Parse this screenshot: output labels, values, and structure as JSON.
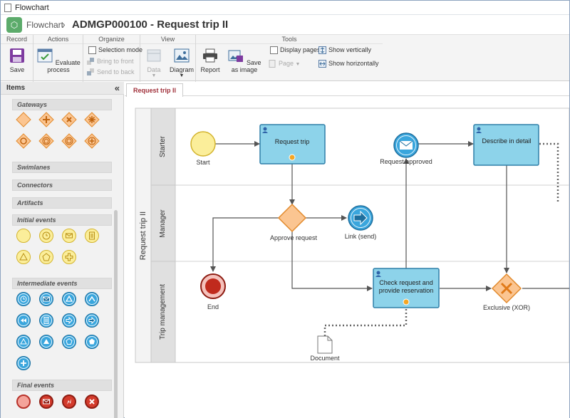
{
  "window": {
    "title": "Flowchart"
  },
  "header": {
    "module": "Flowchart",
    "separator": "›",
    "document_title": "ADMGP000100 - Request trip II"
  },
  "ribbon": {
    "groups": [
      {
        "name": "Record",
        "items": [
          "Save"
        ]
      },
      {
        "name": "Actions",
        "items": [
          "Evaluate process"
        ]
      },
      {
        "name": "Organize",
        "items": [
          "Selection mode",
          "Bring to front",
          "Send to back"
        ]
      },
      {
        "name": "View",
        "items": [
          "Data",
          "Diagram"
        ]
      },
      {
        "name": "Tools",
        "items": [
          "Report",
          "Save as image",
          "Display pages",
          "Page",
          "Show vertically",
          "Show horizontally"
        ]
      }
    ]
  },
  "items_panel": {
    "title": "Items",
    "collapse_symbol": "«",
    "sections": [
      "Gateways",
      "Swimlanes",
      "Connectors",
      "Artifacts",
      "Initial events",
      "Intermediate events",
      "Final events"
    ]
  },
  "canvas": {
    "tab": "Request trip II",
    "pool": "Request trip II",
    "lanes": [
      "Starter",
      "Manager",
      "Trip management"
    ],
    "labels": {
      "start": "Start",
      "request_trip": "Request trip",
      "request_approved": "Request approved",
      "describe": "Describe in detail",
      "approve": "Approve request",
      "link": "Link (send)",
      "end": "End",
      "check_line1": "Check request and",
      "check_line2": "provide reservation",
      "exclusive": "Exclusive (XOR)",
      "document": "Document"
    }
  },
  "colors": {
    "task_fill": "#8dd3ea",
    "task_stroke": "#2f7fa8",
    "start_fill": "#fbee9a",
    "start_stroke": "#d3b42e",
    "gateway_fill": "#fbc591",
    "gateway_stroke": "#e28a2c",
    "end_fill": "#d33b2c",
    "end_stroke": "#8e1c12",
    "intermediate_fill": "#3aa6dd",
    "intermediate_stroke": "#1e6f9e",
    "accent_tab": "#a0303a"
  }
}
